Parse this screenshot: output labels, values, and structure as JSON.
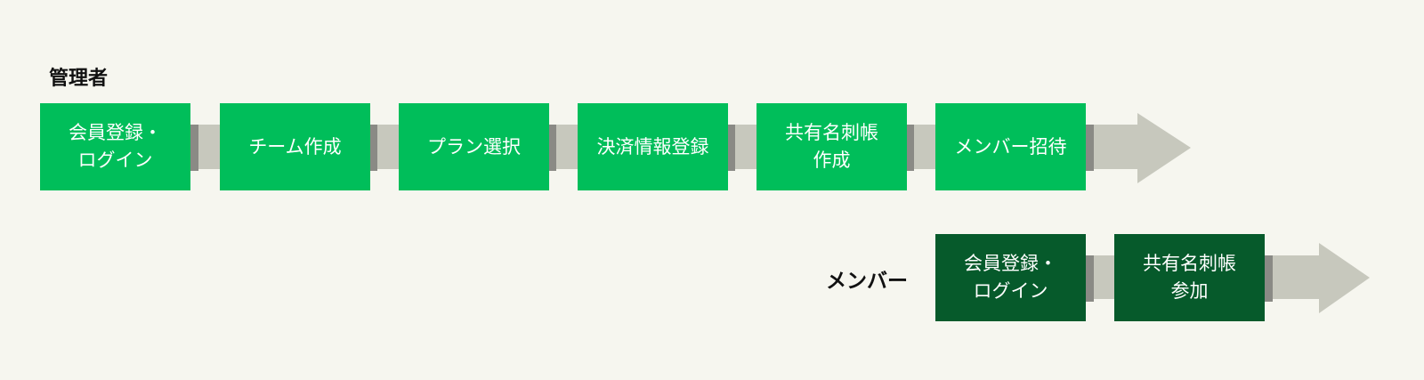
{
  "colors": {
    "background": "#f6f6ef",
    "admin_step": "#00be5a",
    "member_step": "#065a2b",
    "arrow": "#c7c8bd",
    "separator": "#8a8a85"
  },
  "admin": {
    "label": "管理者",
    "steps": [
      "会員登録・\nログイン",
      "チーム作成",
      "プラン選択",
      "決済情報登録",
      "共有名刺帳\n作成",
      "メンバー招待"
    ]
  },
  "member": {
    "label": "メンバー",
    "steps": [
      "会員登録・\nログイン",
      "共有名刺帳\n参加"
    ]
  }
}
